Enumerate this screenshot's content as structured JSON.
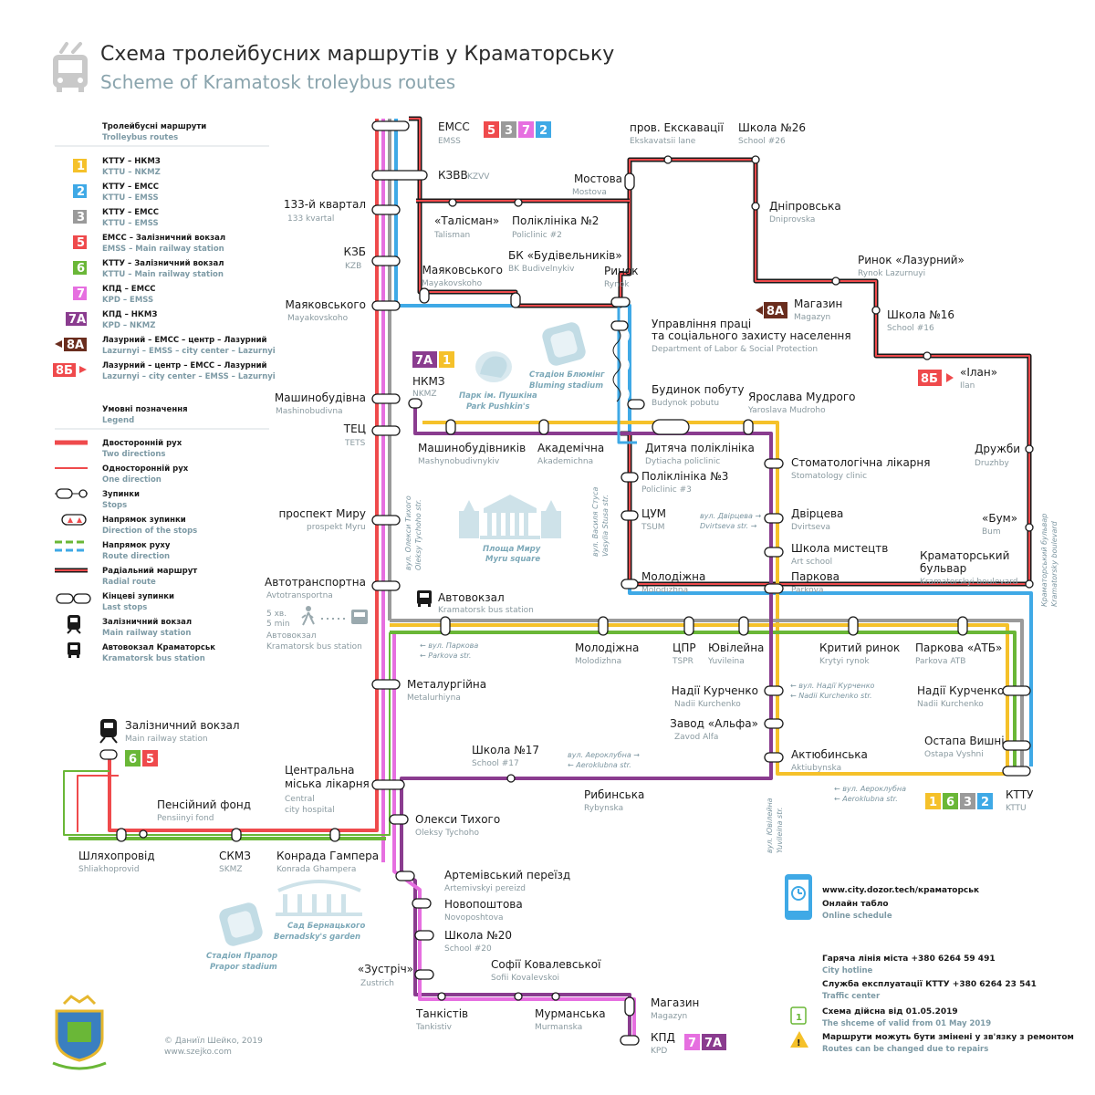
{
  "header": {
    "title_ua": "Схема тролейбусних маршрутів у Краматорську",
    "title_en": "Scheme of Kramatosk troleybus routes"
  },
  "legend": {
    "routes_title_ua": "Тролейбусні маршрути",
    "routes_title_en": "Trolleybus routes",
    "routes": [
      {
        "num": "1",
        "color": "#f5c12a",
        "ua": "КТТУ – НКМЗ",
        "en": "KTTU – NKMZ"
      },
      {
        "num": "2",
        "color": "#3fa9e6",
        "ua": "КТТУ – ЕМСС",
        "en": "KTTU – EMSS"
      },
      {
        "num": "3",
        "color": "#9a9a9a",
        "ua": "КТТУ – ЕМСС",
        "en": "KTTU – EMSS"
      },
      {
        "num": "5",
        "color": "#ef4a4c",
        "ua": "ЕМСС – Залізничний вокзал",
        "en": "EMSS – Main railway station"
      },
      {
        "num": "6",
        "color": "#6ab737",
        "ua": "КТТУ – Залізничний вокзал",
        "en": "KTTU – Main railway station"
      },
      {
        "num": "7",
        "color": "#e66fe0",
        "ua": "КПД – ЕМСС",
        "en": "KPD – EMSS"
      },
      {
        "num": "7А",
        "color": "#8a3c8f",
        "ua": "КПД – НКМЗ",
        "en": "KPD – NKMZ"
      },
      {
        "num": "8А",
        "color": "#6a2d1e",
        "ua": "Лазурний – ЕМСС – центр – Лазурний",
        "en": "Lazurnyi – EMSS – city center – Lazurnyi"
      },
      {
        "num": "8Б",
        "color": "#ef4a4c",
        "ua": "Лазурний – центр – ЕМСС – Лазурний",
        "en": "Lazurnyi – city center – EMSS – Lazurnyi"
      }
    ],
    "symbols_title_ua": "Умовні позначення",
    "symbols_title_en": "Legend",
    "symbols": [
      {
        "ua": "Двосторонній рух",
        "en": "Two directions"
      },
      {
        "ua": "Односторонній рух",
        "en": "One direction"
      },
      {
        "ua": "Зупинки",
        "en": "Stops"
      },
      {
        "ua": "Напрямок зупинки",
        "en": "Direction of the stops"
      },
      {
        "ua": "Напрямок руху",
        "en": "Route direction"
      },
      {
        "ua": "Радіальний маршрут",
        "en": "Radial route"
      },
      {
        "ua": "Кінцеві зупинки",
        "en": "Last stops"
      },
      {
        "ua": "Залізничний вокзал",
        "en": "Main railway station"
      },
      {
        "ua": "Автовокзал Краматорськ",
        "en": "Kramatorsk bus station"
      }
    ]
  },
  "stops": {
    "emss": {
      "ua": "ЕМСС",
      "en": "EMSS"
    },
    "kzvv": {
      "ua": "КЗВВ",
      "en": "KZVV"
    },
    "kv133": {
      "ua": "133-й квартал",
      "en": "133 kvartal"
    },
    "kzb": {
      "ua": "КЗБ",
      "en": "KZB"
    },
    "mayak_l": {
      "ua": "Маяковського",
      "en": "Mayakovskoho"
    },
    "mashbud": {
      "ua": "Машинобудівна",
      "en": "Mashinobudivna"
    },
    "tets": {
      "ua": "ТЕЦ",
      "en": "TETS"
    },
    "myru": {
      "ua": "проспект Миру",
      "en": "prospekt Myru"
    },
    "avtotr": {
      "ua": "Автотранспортна",
      "en": "Avtotransportna"
    },
    "metal": {
      "ua": "Металургійна",
      "en": "Metalurhiyna"
    },
    "hosp_ua1": "Центральна",
    "hosp_ua2": "міська лікарня",
    "hosp_en1": "Central",
    "hosp_en2": "city hospital",
    "pensfond": {
      "ua": "Пенсійний фонд",
      "en": "Pensiinyi fond"
    },
    "shliakh": {
      "ua": "Шляхопровід",
      "en": "Shliakhoprovid"
    },
    "skmz": {
      "ua": "СКМЗ",
      "en": "SKMZ"
    },
    "gamper": {
      "ua": "Конрада Гампера",
      "en": "Konrada Ghampera"
    },
    "railst": {
      "ua": "Залізничний вокзал",
      "en": "Main railway station"
    },
    "tychoho": {
      "ua": "Олекси Тихого",
      "en": "Oleksy Tychoho"
    },
    "artem": {
      "ua": "Артемівський переїзд",
      "en": "Artemivskyi pereizd"
    },
    "novopo": {
      "ua": "Новопоштова",
      "en": "Novoposhtova"
    },
    "sch20": {
      "ua": "Школа №20",
      "en": "School #20"
    },
    "zustr": {
      "ua": "«Зустріч»",
      "en": "Zustrich"
    },
    "sofii": {
      "ua": "Софії Ковалевської",
      "en": "Sofii Kovalevskoi"
    },
    "tankist": {
      "ua": "Танкістів",
      "en": "Tankistiv"
    },
    "murm": {
      "ua": "Мурманська",
      "en": "Murmanska"
    },
    "magaz_s": {
      "ua": "Магазин",
      "en": "Magazyn"
    },
    "kpd": {
      "ua": "КПД",
      "en": "KPD"
    },
    "talisman": {
      "ua": "«Талісман»",
      "en": "Talisman"
    },
    "polik2": {
      "ua": "Поліклініка №2",
      "en": "Policlinic #2"
    },
    "mostova": {
      "ua": "Мостова",
      "en": "Mostova"
    },
    "ekskav": {
      "ua": "пров. Екскавації",
      "en": "Ekskavatsii lane"
    },
    "sch26": {
      "ua": "Школа №26",
      "en": "School #26"
    },
    "dnipr": {
      "ua": "Дніпровська",
      "en": "Dniprovska"
    },
    "mayak_t": {
      "ua": "Маяковського",
      "en": "Mayakovskoho"
    },
    "bkbud": {
      "ua": "БК «Будівельників»",
      "en": "BK Budivelnykiv"
    },
    "rynok": {
      "ua": "Ринок",
      "en": "Rynok"
    },
    "rynlaz": {
      "ua": "Ринок «Лазурний»",
      "en": "Rynok Lazurnuyi"
    },
    "magaz_n": {
      "ua": "Магазин",
      "en": "Magazyn"
    },
    "sch16": {
      "ua": "Школа №16",
      "en": "School #16"
    },
    "ilan": {
      "ua": "«Ілан»",
      "en": "Ilan"
    },
    "upravl_ua1": "Управління праці",
    "upravl_ua2": "та соціального захисту населення",
    "upravl_en": "Department of Labor & Social Protection",
    "nkmz": {
      "ua": "НКМЗ",
      "en": "NKMZ"
    },
    "budpob": {
      "ua": "Будинок побуту",
      "en": "Budynok pobutu"
    },
    "yarosl": {
      "ua": "Ярослава Мудрого",
      "en": "Yaroslava Mudroho"
    },
    "mashbudiv": {
      "ua": "Машинобудівників",
      "en": "Mashynobudivnykiv"
    },
    "akadem": {
      "ua": "Академічна",
      "en": "Akademichna"
    },
    "dytpol": {
      "ua": "Дитяча поліклініка",
      "en": "Dytiacha policlinic"
    },
    "polik3": {
      "ua": "Поліклініка №3",
      "en": "Policlinic #3"
    },
    "stomat": {
      "ua": "Стоматологічна лікарня",
      "en": "Stomatology clinic"
    },
    "druzhby": {
      "ua": "Дружби",
      "en": "Druzhby"
    },
    "tsum": {
      "ua": "ЦУМ",
      "en": "TSUM"
    },
    "dvirts": {
      "ua": "Двірцева",
      "en": "Dvirtseva"
    },
    "bum": {
      "ua": "«Бум»",
      "en": "Bum"
    },
    "artsch": {
      "ua": "Школа мистецтв",
      "en": "Art school"
    },
    "kramb_ua": "Краматорський",
    "kramb_ua2": "бульвар",
    "kramb_en": "Kramatorskyi boulevard",
    "molod_in": {
      "ua": "Молодіжна",
      "en": "Molodizhna"
    },
    "parkova": {
      "ua": "Паркова",
      "en": "Parkova"
    },
    "avtovokz": {
      "ua": "Автовокзал",
      "en": "Kramatorsk bus station"
    },
    "molod": {
      "ua": "Молодіжна",
      "en": "Molodizhna"
    },
    "tspr": {
      "ua": "ЦПР",
      "en": "TSPR"
    },
    "yuvil": {
      "ua": "Ювілейна",
      "en": "Yuvileina"
    },
    "krytyi": {
      "ua": "Критий ринок",
      "en": "Krytyi rynok"
    },
    "parkatb": {
      "ua": "Паркова «АТБ»",
      "en": "Parkova ATB"
    },
    "kurch1": {
      "ua": "Надії Курченко",
      "en": "Nadii Kurchenko"
    },
    "kurch2": {
      "ua": "Надії Курченко",
      "en": "Nadii Kurchenko"
    },
    "alfa": {
      "ua": "Завод «Альфа»",
      "en": "Zavod Alfa"
    },
    "vyshni": {
      "ua": "Остапа Вишні",
      "en": "Ostapa Vyshni"
    },
    "sch17": {
      "ua": "Школа №17",
      "en": "School #17"
    },
    "aktyub": {
      "ua": "Актюбинська",
      "en": "Aktiubynska"
    },
    "rybyn": {
      "ua": "Рибинська",
      "en": "Rybynska"
    },
    "kttu": {
      "ua": "КТТУ",
      "en": "KTTU"
    }
  },
  "streets": {
    "parkova_ua": "← вул. Паркова",
    "parkova_en": "← Parkova str.",
    "aerokl1_ua": "вул. Аероклубна →",
    "aerokl1_en": "← Aeroklubna str.",
    "aerokl2_ua": "← вул. Аероклубна",
    "aerokl2_en": "← Aeroklubna str.",
    "kurch_ua": "← вул. Надії Курченко",
    "kurch_en": "← Nadii Kurchenko str.",
    "dvirts_ua": "вул. Двірцева →",
    "dvirts_en": "Dvirtseva str. →",
    "tychoho_ua": "вул. Олекси Тихого",
    "tychoho_en": "Oleksy Tychoho str.",
    "stusa_ua": "вул. Василя Стуса",
    "stusa_en": "Vasylia Stusa str.",
    "yuvil_ua": "вул. Ювілейна",
    "yuvil_en": "Yuvileina str.",
    "kramb_ua": "Краматорський бульвар",
    "kramb_en": "Kramatorsky boulevard"
  },
  "landmarks": {
    "park_ua": "Парк ім. Пушкіна",
    "park_en": "Park Pushkin's",
    "bluming_ua": "Стадіон Блюмінг",
    "bluming_en": "Bluming stadium",
    "myru_ua": "Площа Миру",
    "myru_en": "Myru square",
    "garden_ua": "Сад Бернацького",
    "garden_en": "Bernadsky's garden",
    "prapor_ua": "Стадіон Прапор",
    "prapor_en": "Prapor stadium"
  },
  "walk": {
    "min_ua": "5 хв.",
    "min_en": "5 min",
    "to_ua": "Автовокзал",
    "to_en": "Kramatorsk bus station"
  },
  "badges": {
    "emss": [
      "5",
      "3",
      "7",
      "2"
    ],
    "kttu": [
      "1",
      "6",
      "3",
      "2"
    ],
    "rail": [
      "6",
      "5"
    ],
    "nkmz": [
      "7А",
      "1"
    ],
    "kpd": [
      "7",
      "7А"
    ],
    "r8a": "8А",
    "r8b": "8Б"
  },
  "info": {
    "url": "www.city.dozor.tech/краматорськ",
    "online_ua": "Онлайн табло",
    "online_en": "Online schedule",
    "hotline_ua": "Гаряча лінія міста +380 6264 59 491",
    "hotline_en": "City hotline",
    "traffic_ua": "Служба експлуатації КТТУ +380 6264 23 541",
    "traffic_en": "Traffic center",
    "valid_ua": "Схема дійсна від 01.05.2019",
    "valid_en": "The shceme of valid  from 01 May 2019",
    "warn_ua": "Маршрути можуть бути змінені у зв'язку з ремонтом",
    "warn_en": "Routes can be changed due to repairs",
    "valid_icon": "1"
  },
  "credits": {
    "author": "© Даниїл Шейко, 2019",
    "site": "www.szejko.com"
  },
  "colors": {
    "r1": "#f5c12a",
    "r2": "#3fa9e6",
    "r3": "#9a9a9a",
    "r5": "#ef4a4c",
    "r6": "#6ab737",
    "r7": "#e66fe0",
    "r7a": "#8a3c8f",
    "r8": "#6a2d1e"
  }
}
